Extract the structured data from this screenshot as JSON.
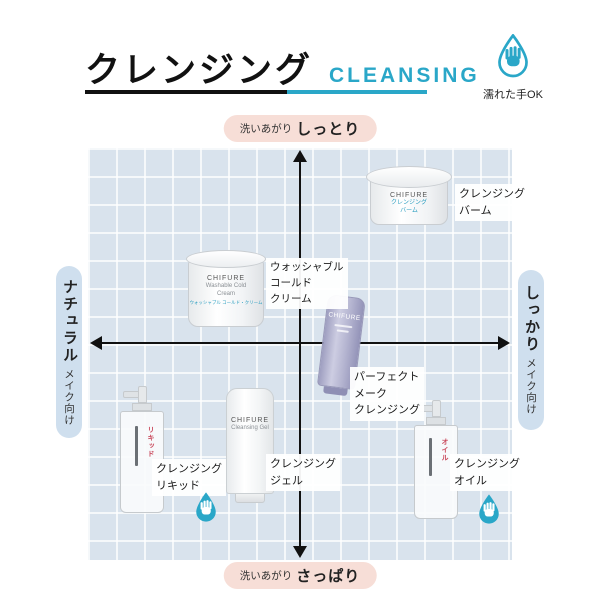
{
  "header": {
    "title_jp": "クレンジング",
    "title_en": "CLEANSING"
  },
  "wet_hands_badge": {
    "label": "濡れた手OK"
  },
  "axes": {
    "top": {
      "prefix": "洗いあがり",
      "value": "しっとり"
    },
    "bottom": {
      "prefix": "洗いあがり",
      "value": "さっぱり"
    },
    "left": {
      "value": "ナチュラル",
      "suffix": "メイク向け"
    },
    "right": {
      "value": "しっかり",
      "suffix": "メイク向け"
    }
  },
  "products": {
    "balm": {
      "label": "クレンジング\nバーム",
      "pkg_brand": "CHIFURE",
      "pkg_name": "クレンジング\nバーム"
    },
    "cream": {
      "label": "ウォッシャブル\nコールド\nクリーム",
      "pkg_brand": "CHIFURE",
      "pkg_name": "Washable Cold\nCream",
      "pkg_sub": "ウォッシャブル コールド・クリーム"
    },
    "perfect": {
      "label": "パーフェクト\nメーク\nクレンジング",
      "pkg_brand": "CHIFURE"
    },
    "liquid": {
      "label": "クレンジング\nリキッド",
      "pkg_accent": "リキッド",
      "wet_hands_ok": true
    },
    "gel": {
      "label": "クレンジング\nジェル",
      "pkg_brand": "CHIFURE",
      "pkg_name": "Cleansing Gel"
    },
    "oil": {
      "label": "クレンジング\nオイル",
      "pkg_accent": "オイル",
      "wet_hands_ok": true
    }
  },
  "colors": {
    "accent_teal": "#2aa7c8",
    "chart_bg": "#d9e3ed",
    "grid_line": "#ffffff",
    "pill_pink": "#f7ded7",
    "pill_blue": "#cfdfee",
    "axis_black": "#111111",
    "tube_lavender": "#aeaecb",
    "pkg_accent_red": "#c9485b"
  }
}
